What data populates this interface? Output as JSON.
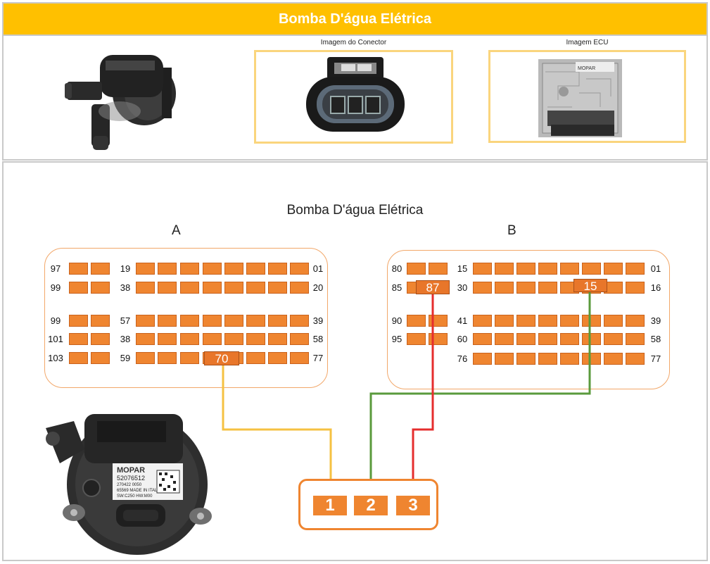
{
  "header": {
    "title": "Bomba D'água Elétrica"
  },
  "images": {
    "connector_caption": "Imagem do Conector",
    "ecu_caption": "Imagem ECU"
  },
  "ecu_label_text": "MOPAR",
  "diagram": {
    "title": "Bomba D'água Elétrica",
    "side_a": {
      "label": "A",
      "rows": [
        {
          "left": "97",
          "mid": "19",
          "right": "01"
        },
        {
          "left": "99",
          "mid": "38",
          "right": "20"
        },
        {
          "left": "99",
          "mid": "57",
          "right": "39"
        },
        {
          "left": "101",
          "mid": "38",
          "right": "58"
        },
        {
          "left": "103",
          "mid": "59",
          "right": "77"
        }
      ],
      "highlight": "70"
    },
    "side_b": {
      "label": "B",
      "rows": [
        {
          "left": "80",
          "mid": "15",
          "right": "01"
        },
        {
          "left": "85",
          "mid": "30",
          "right": "16"
        },
        {
          "left": "90",
          "mid": "41",
          "right": "39"
        },
        {
          "left": "95",
          "mid": "60",
          "right": "58"
        },
        {
          "left": "",
          "mid": "76",
          "right": "77"
        }
      ],
      "highlights": [
        "87",
        "15"
      ]
    },
    "connector": {
      "pins": [
        "1",
        "2",
        "3"
      ]
    },
    "wire_colors": {
      "pin1": "#f5c142",
      "pin2": "#5a9a3c",
      "pin3": "#e52d2d"
    }
  },
  "pump_label": {
    "brand": "MOPAR",
    "part_number": "52076512",
    "line1": "270422     0050",
    "line2": "65569 MADE IN ITALY",
    "line3": "SW:C250 HW:M00"
  }
}
